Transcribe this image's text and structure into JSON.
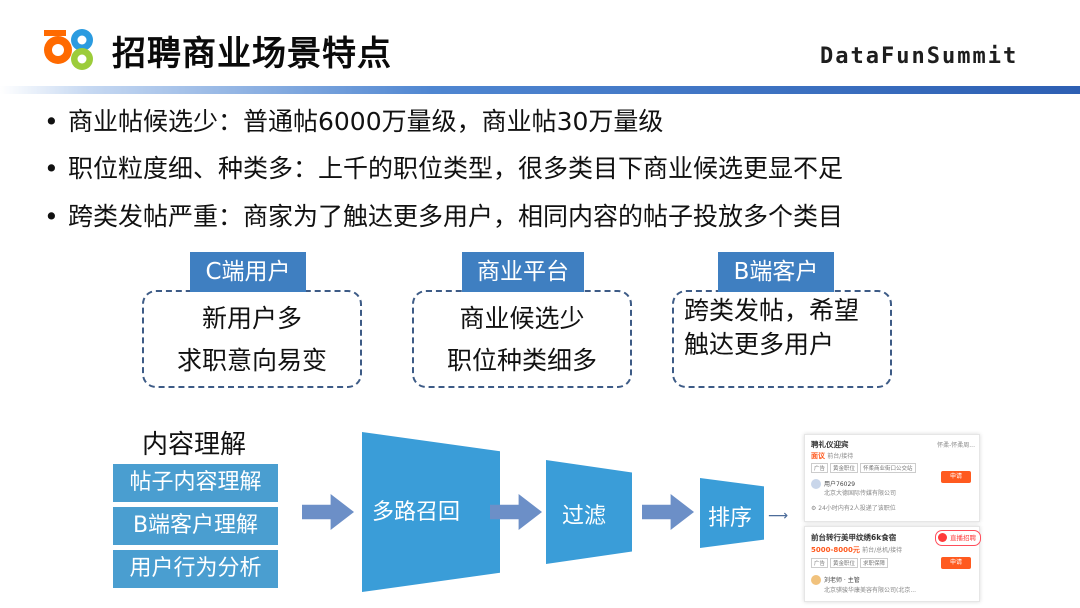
{
  "header": {
    "logo_text": "58",
    "title": "招聘商业场景特点",
    "brand": "DataFunSummit"
  },
  "bullets": [
    "商业帖候选少：普通帖6000万量级，商业帖30万量级",
    "职位粒度细、种类多：上千的职位类型，很多类目下商业候选更显不足",
    "跨类发帖严重：商家为了触达更多用户，相同内容的帖子投放多个类目"
  ],
  "bullet_symbol": "•",
  "groups": [
    {
      "tag": "C端用户",
      "lines": [
        "新用户多",
        "求职意向易变"
      ]
    },
    {
      "tag": "商业平台",
      "lines": [
        "商业候选少",
        "职位种类细多"
      ]
    },
    {
      "tag": "B端客户",
      "lines": [
        "跨类发帖，希望",
        "触达更多用户"
      ]
    }
  ],
  "pipeline": {
    "understanding_title": "内容理解",
    "understanding_items": [
      "帖子内容理解",
      "B端客户理解",
      "用户行为分析"
    ],
    "stage1": "多路召回",
    "stage2": "过滤",
    "stage3": "排序"
  },
  "cards": {
    "card1": {
      "title": "聘礼仪迎宾",
      "salary": "面议",
      "role": "前台/接待",
      "tags": [
        "广告",
        "黄金职位",
        "怀柔商业街口公交站"
      ],
      "user": "用户76029",
      "company": "北京大德国际传媒有限公司",
      "status": "24小时内有2人投递了该职位",
      "apply": "申请",
      "corner": "怀柔-怀柔周..."
    },
    "card2": {
      "title": "前台转行美甲纹绣6k食宿",
      "salary": "5000-8000元",
      "role": "前台/总机/接待",
      "tags": [
        "广告",
        "黄金职位",
        "求职保障"
      ],
      "user": "刘老师 · 主管",
      "company": "北京骐骏华康美容有限公司(北京...",
      "apply": "申请",
      "live": "直播招聘"
    }
  },
  "colors": {
    "accent_blue": "#3f7fc1",
    "funnel_blue": "#3a9dd8",
    "arrow_blue": "#6c8fc7",
    "apply_orange": "#ff5a1f"
  }
}
